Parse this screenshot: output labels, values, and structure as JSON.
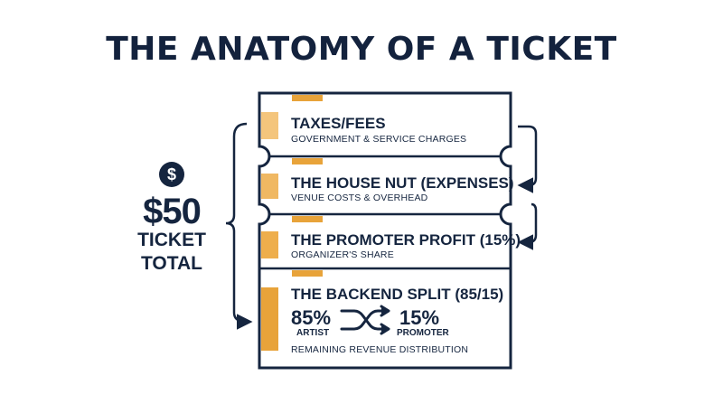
{
  "title": "THE ANATOMY OF A TICKET",
  "total": {
    "icon": "dollar-icon",
    "icon_glyph": "$",
    "amount": "$50",
    "line1": "TICKET",
    "line2": "TOTAL"
  },
  "sections": [
    {
      "title": "TAXES/FEES",
      "subtitle": "GOVERNMENT & SERVICE CHARGES"
    },
    {
      "title": "THE HOUSE NUT (EXPENSES)",
      "subtitle": "VENUE COSTS & OVERHEAD"
    },
    {
      "title": "THE PROMOTER PROFIT (15%)",
      "subtitle": "ORGANIZER'S SHARE"
    },
    {
      "title": "THE BACKEND SPLIT (85/15)",
      "artist_pct": "85%",
      "artist_label": "ARTIST",
      "promoter_pct": "15%",
      "promoter_label": "PROMOTER",
      "split_icon": "shuffle-arrows-icon",
      "subtitle": "REMAINING REVENUE DISTRIBUTION"
    }
  ],
  "colors": {
    "navy": "#15253f",
    "orange": "#e8a33a",
    "light_orange": "#f4c57c"
  }
}
